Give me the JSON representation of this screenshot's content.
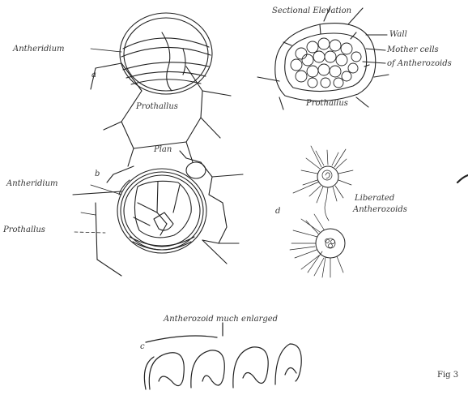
{
  "colors": {
    "ink": "#222222",
    "paper": "#ffffff"
  },
  "panel_a": {
    "letter": "a",
    "antheridium_label": "Antheridium",
    "prothallus_label": "Prothallus"
  },
  "panel_section": {
    "title": "Sectional Elevation",
    "wall_label": "Wall",
    "mother_cells_label": "Mother cells",
    "antherozoids_label": "of Antherozoids",
    "prothallus_label": "Prothallus"
  },
  "panel_b": {
    "title": "Plan",
    "letter": "b",
    "antheridium_label": "Antheridium",
    "prothallus_label": "Prothallus"
  },
  "panel_d": {
    "letter": "d",
    "label_line1": "Liberated",
    "label_line2": "Antherozoids"
  },
  "panel_c": {
    "title": "Antherozoid much enlarged",
    "letter": "c"
  },
  "figure_label": "Fig 3"
}
